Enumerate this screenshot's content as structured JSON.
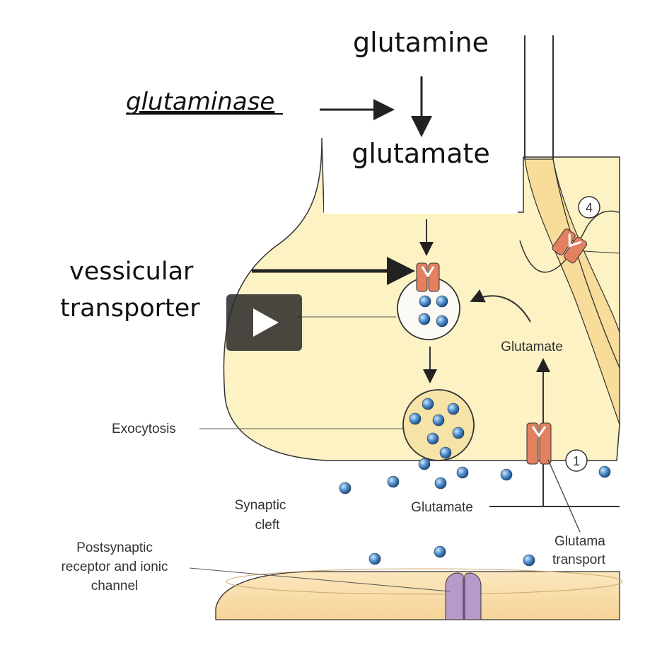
{
  "labels": {
    "glutamine": "glutamine",
    "glutaminase": "glutaminase",
    "glutamate_top": "glutamate",
    "vessicular": "vessicular",
    "transporter": "transporter",
    "glutamate_mid": "Glutamate",
    "exocytosis": "Exocytosis",
    "synaptic": "Synaptic",
    "cleft": "cleft",
    "glutamate_cleft": "Glutamate",
    "glutama": "Glutama",
    "transport": "transport",
    "postsynaptic_1": "Postsynaptic",
    "postsynaptic_2": "receptor and ionic",
    "postsynaptic_3": "channel",
    "num_4": "4",
    "num_1": "1"
  },
  "colors": {
    "terminal": "#fdf2c4",
    "terminal_dark": "#f7e0a0",
    "postsynaptic": "#fbe1b3",
    "transporter": "#e2805f",
    "vesicle_dot": "#4f8fcd",
    "receptor": "#b69ac9",
    "arrow": "#222222"
  },
  "controls": {
    "play_icon": "play-icon"
  }
}
